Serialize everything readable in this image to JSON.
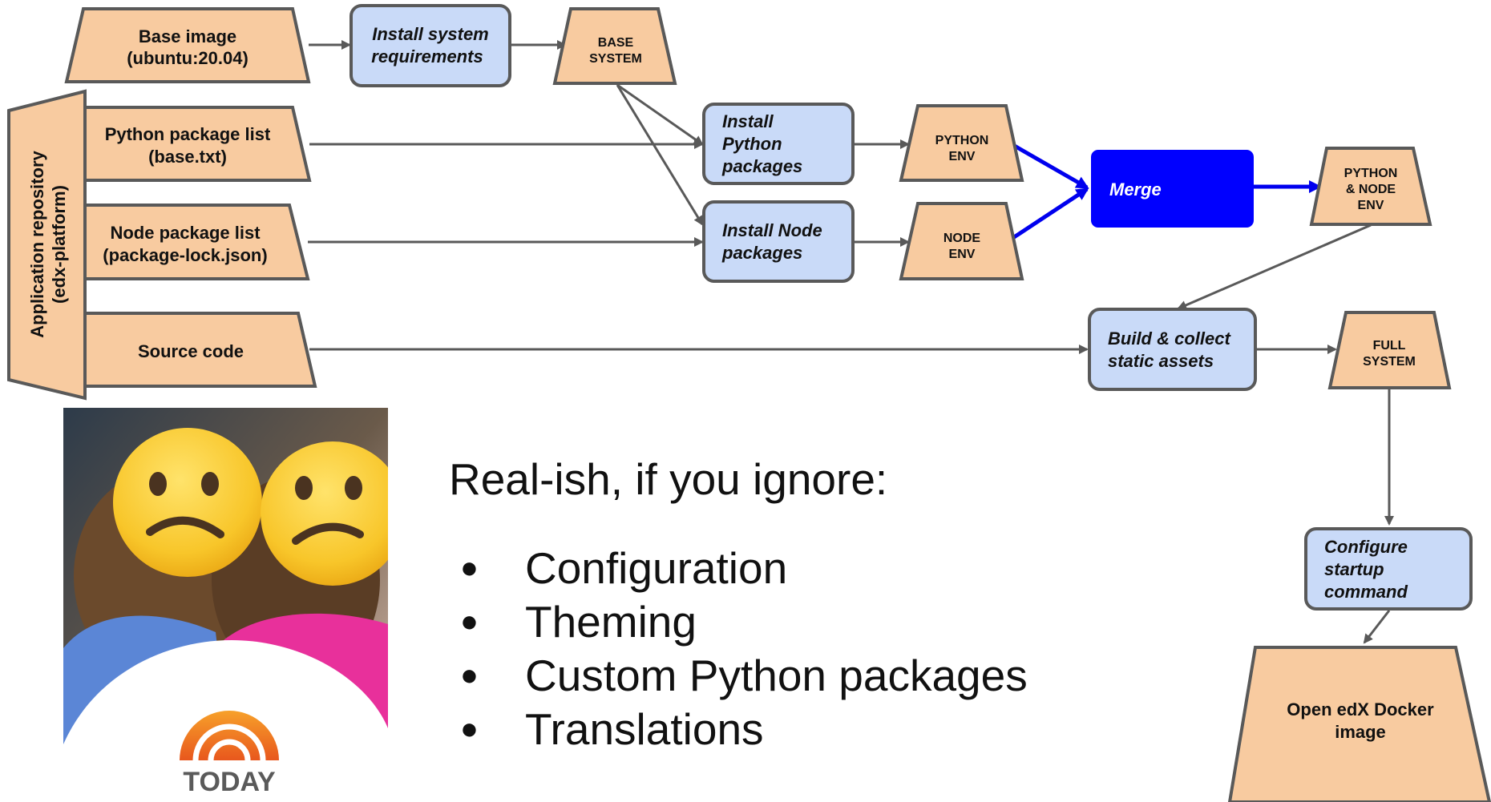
{
  "nodes": {
    "base_image": {
      "line1": "Base image",
      "line2": "(ubuntu:20.04)"
    },
    "install_system": {
      "line1": "Install system",
      "line2": "requirements"
    },
    "base_system": {
      "line1": "BASE",
      "line2": "SYSTEM"
    },
    "app_repo": {
      "line1": "Application repository",
      "line2": "(edx-platform)"
    },
    "python_list": {
      "line1": "Python package list",
      "line2": "(base.txt)"
    },
    "node_list": {
      "line1": "Node package list",
      "line2": "(package-lock.json)"
    },
    "source_code": {
      "line1": "Source code"
    },
    "install_python": {
      "line1": "Install",
      "line2": "Python",
      "line3": "packages"
    },
    "install_node": {
      "line1": "Install Node",
      "line2": "packages"
    },
    "python_env": {
      "line1": "PYTHON",
      "line2": "ENV"
    },
    "node_env": {
      "line1": "NODE",
      "line2": "ENV"
    },
    "merge": {
      "line1": "Merge"
    },
    "python_node_env": {
      "line1": "PYTHON",
      "line2": "& NODE",
      "line3": "ENV"
    },
    "build_assets": {
      "line1": "Build & collect",
      "line2": "static assets"
    },
    "full_system": {
      "line1": "FULL",
      "line2": "SYSTEM"
    },
    "configure_startup": {
      "line1": "Configure",
      "line2": "startup",
      "line3": "command"
    },
    "docker_image": {
      "line1": "Open edX Docker",
      "line2": "image"
    }
  },
  "text_block": {
    "heading": "Real-ish, if you ignore:",
    "items": [
      "Configuration",
      "Theming",
      "Custom Python packages",
      "Translations"
    ]
  },
  "photo": {
    "logo_text": "TODAY",
    "faces": [
      "confused-face-emoji",
      "confused-face-emoji"
    ]
  },
  "colors": {
    "input_fill": "#f8cba0",
    "process_fill": "#c9daf8",
    "stroke": "#595959",
    "merge_fill": "#0000ff",
    "merge_arrow": "#0000ee",
    "arrow": "#595959"
  }
}
